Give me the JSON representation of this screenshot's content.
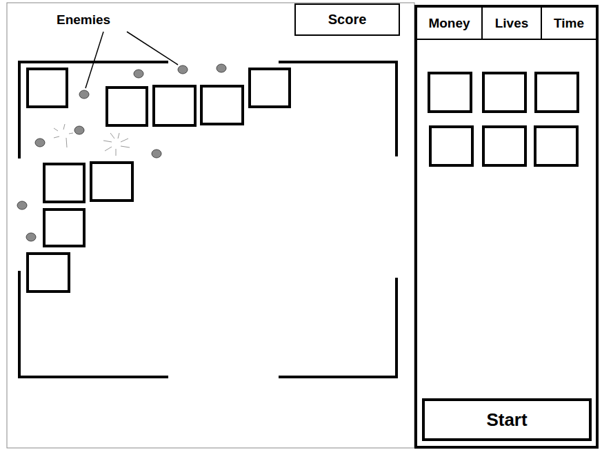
{
  "diagram": {
    "nodes": [
      {
        "text": [
          "Score"
        ]
      },
      {
        "text": [
          "Money"
        ]
      },
      {
        "text": [
          "Lives"
        ]
      },
      {
        "text": [
          "Time"
        ]
      },
      {
        "text": [
          "Start"
        ]
      }
    ],
    "labels": [
      "Enemies"
    ]
  }
}
